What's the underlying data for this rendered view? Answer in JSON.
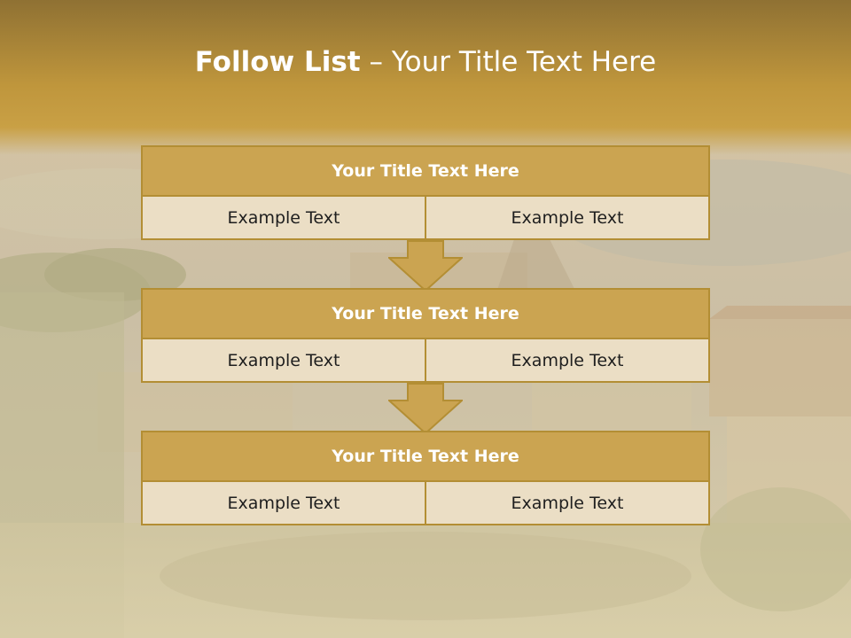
{
  "slide": {
    "title_bold": "Follow List",
    "title_rest": " – Your Title Text Here"
  },
  "blocks": [
    {
      "title": "Your Title Text Here",
      "cells": [
        "Example Text",
        "Example Text"
      ]
    },
    {
      "title": "Your Title Text Here",
      "cells": [
        "Example Text",
        "Example Text"
      ]
    },
    {
      "title": "Your Title Text Here",
      "cells": [
        "Example Text",
        "Example Text"
      ]
    }
  ],
  "colors": {
    "header_fill": "#cba451",
    "cell_fill": "#ebdec5",
    "border": "#b38e34",
    "title_band": "#c29a3c"
  }
}
